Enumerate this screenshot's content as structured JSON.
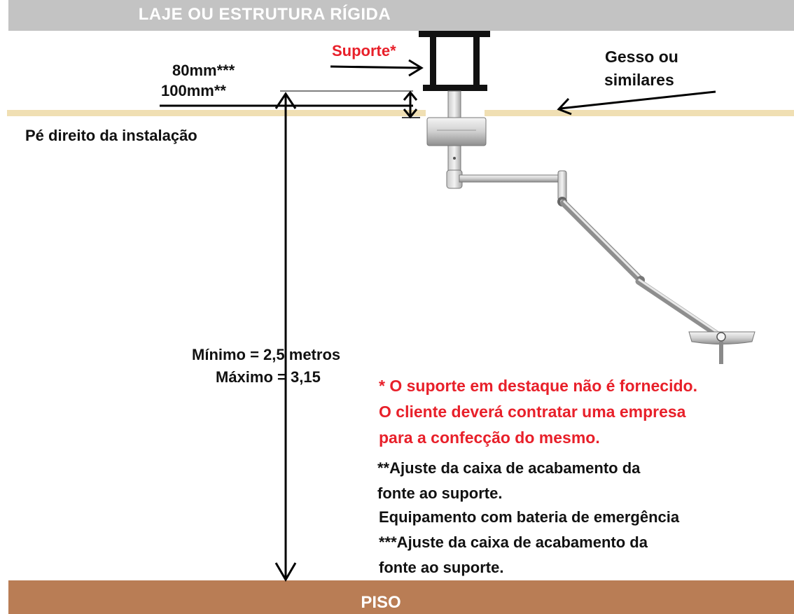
{
  "ceiling": {
    "label": "LAJE OU ESTRUTURA RÍGIDA"
  },
  "floor": {
    "label": "PISO"
  },
  "labels": {
    "suporte": "Suporte*",
    "dim_80": "80mm***",
    "dim_100": "100mm**",
    "gesso_line1": "Gesso ou",
    "gesso_line2": "similares",
    "pe_direito": "Pé direito da instalação",
    "minimo": "Mínimo = 2,5 metros",
    "maximo": "Máximo = 3,15"
  },
  "notes": {
    "red_line1": "* O suporte em destaque não é fornecido.",
    "red_line2": "O cliente deverá contratar uma empresa",
    "red_line3": "para a confecção do mesmo.",
    "note2_line1": "**Ajuste da caixa de acabamento da",
    "note2_line2": "fonte ao suporte.",
    "note_battery": "Equipamento com bateria de emergência",
    "note3_line1": "***Ajuste da caixa de acabamento da",
    "note3_line2": "fonte ao suporte."
  },
  "colors": {
    "ceiling": "#c3c3c3",
    "gesso": "#f0dfb3",
    "floor": "#b97d55",
    "highlight_red": "#e8202a"
  }
}
